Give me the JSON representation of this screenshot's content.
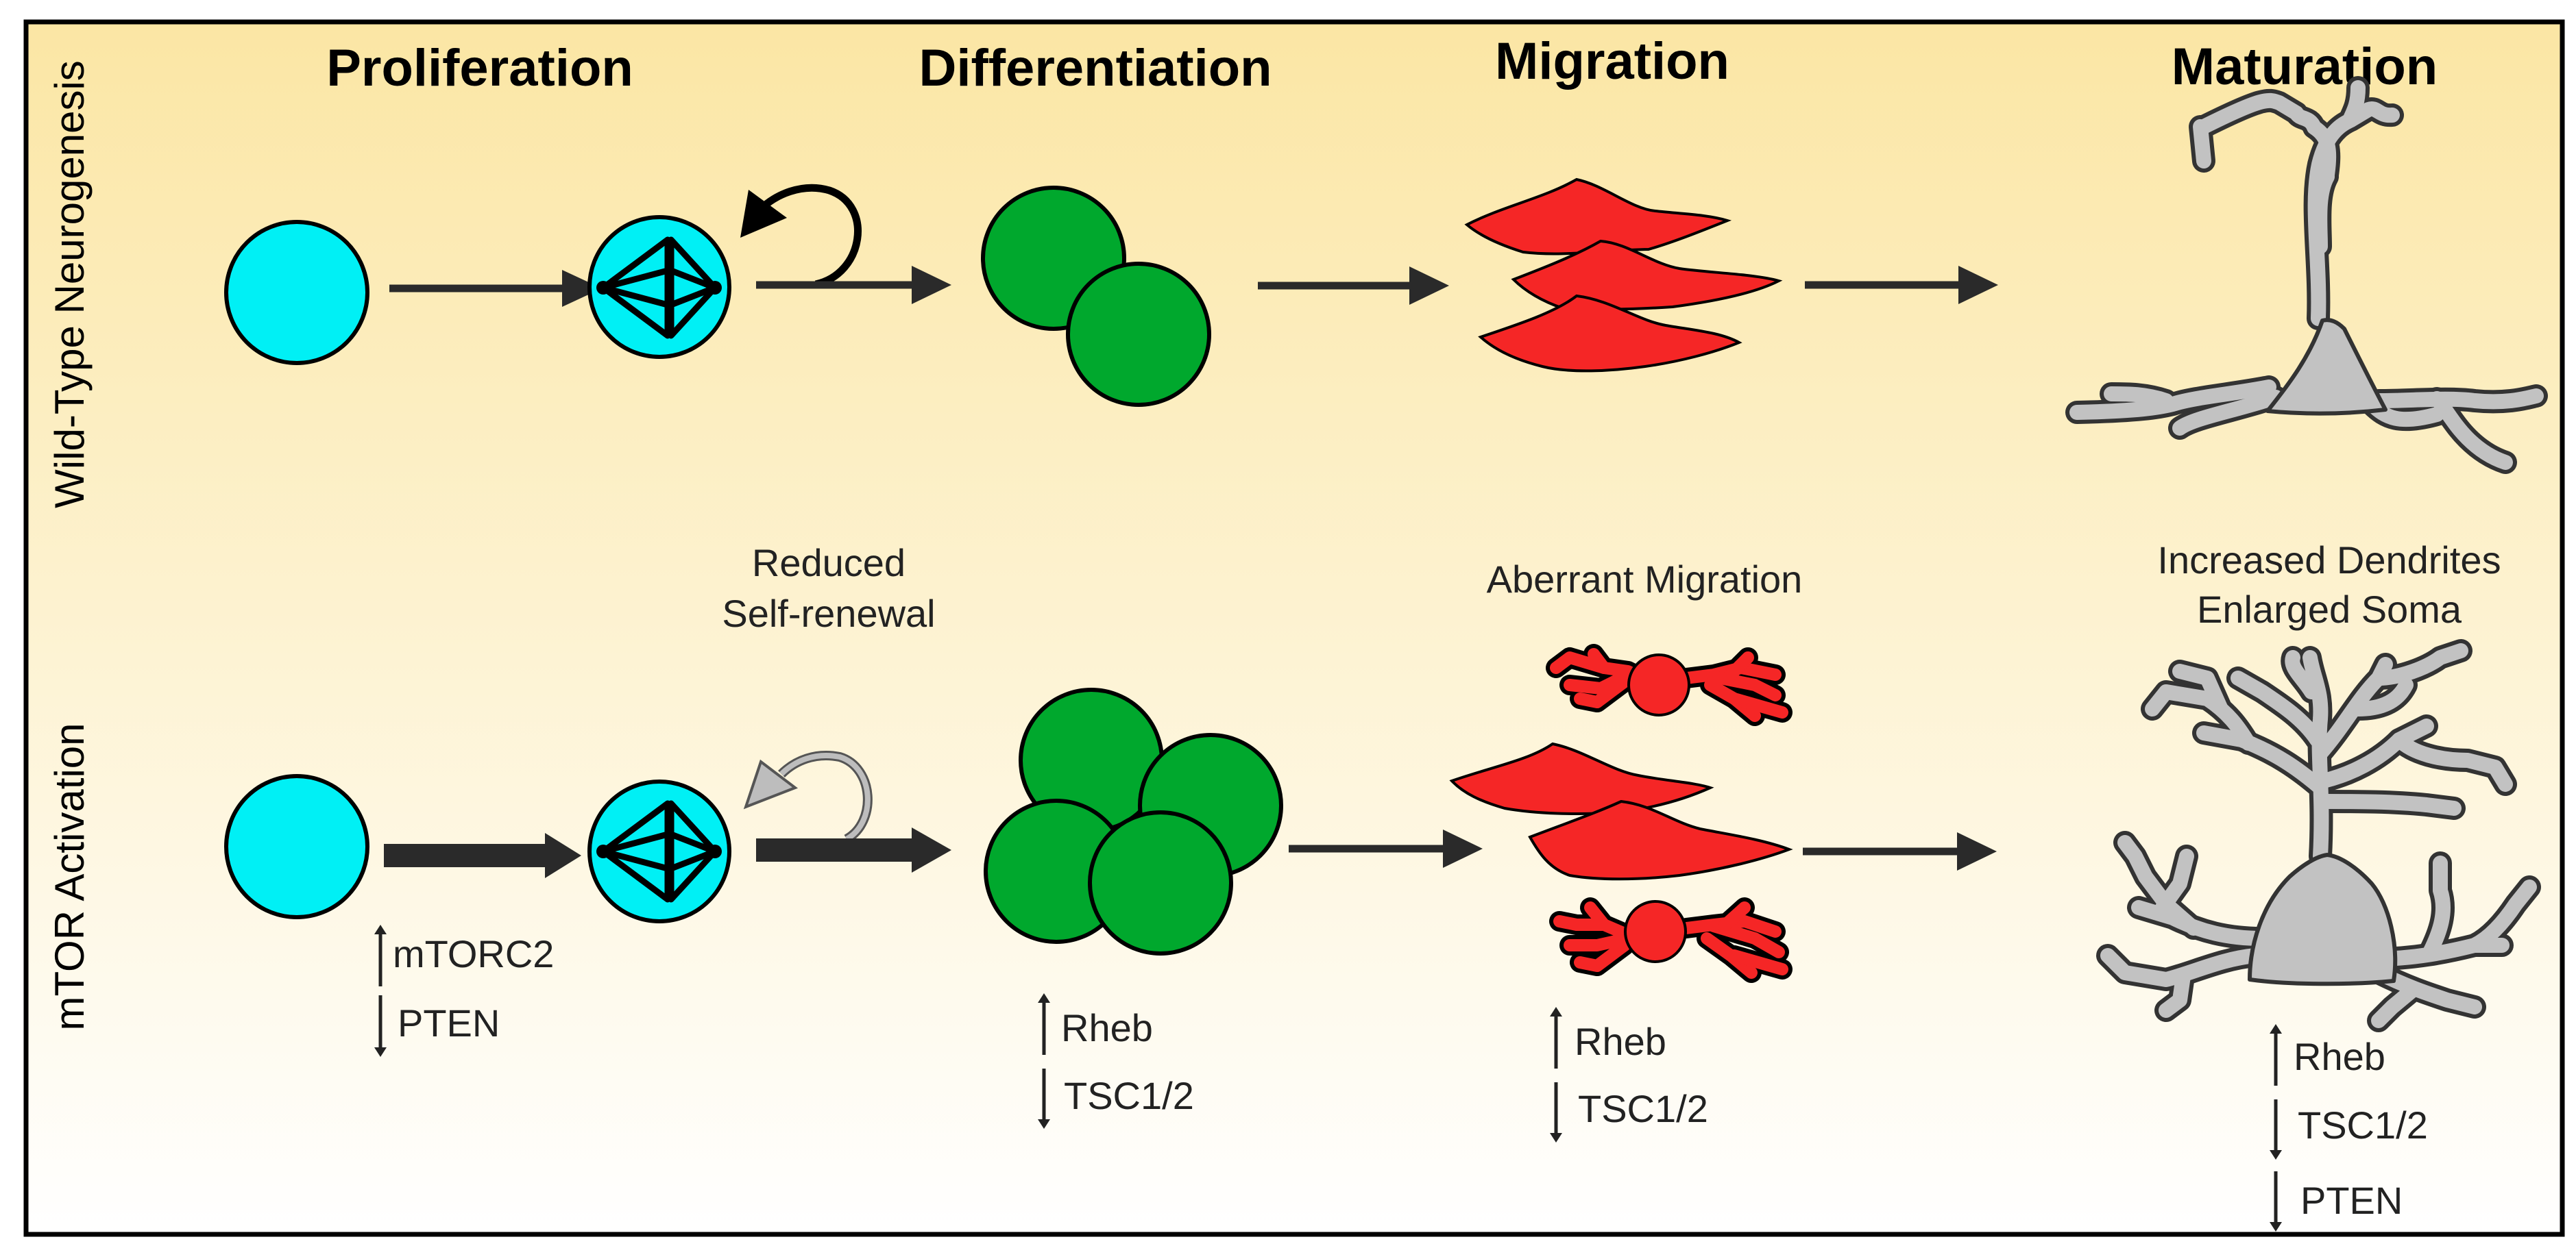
{
  "stages": {
    "proliferation": "Proliferation",
    "differentiation": "Differentiation",
    "migration": "Migration",
    "maturation": "Maturation"
  },
  "rows": {
    "wild_type": "Wild-Type Neurogenesis",
    "mtor": "mTOR Activation"
  },
  "annotations": {
    "reduced_line1": "Reduced",
    "reduced_line2": "Self-renewal",
    "aberrant": "Aberrant Migration",
    "dendrites_line1": "Increased Dendrites",
    "dendrites_line2": "Enlarged Soma"
  },
  "regulators": {
    "proliferation": [
      {
        "direction": "up",
        "label": "mTORC2"
      },
      {
        "direction": "down",
        "label": "PTEN"
      }
    ],
    "differentiation": [
      {
        "direction": "up",
        "label": "Rheb"
      },
      {
        "direction": "down",
        "label": "TSC1/2"
      }
    ],
    "migration": [
      {
        "direction": "up",
        "label": "Rheb"
      },
      {
        "direction": "down",
        "label": "TSC1/2"
      }
    ],
    "maturation": [
      {
        "direction": "up",
        "label": "Rheb"
      },
      {
        "direction": "down",
        "label": "TSC1/2"
      },
      {
        "direction": "down",
        "label": "PTEN"
      }
    ]
  },
  "colors": {
    "background_top": "#fbe6a4",
    "background_bottom": "#ffffff",
    "progenitor": "#00f0f5",
    "differentiated": "#00a82d",
    "migrating": "#f52626",
    "neuron": "#c2c2c2"
  }
}
